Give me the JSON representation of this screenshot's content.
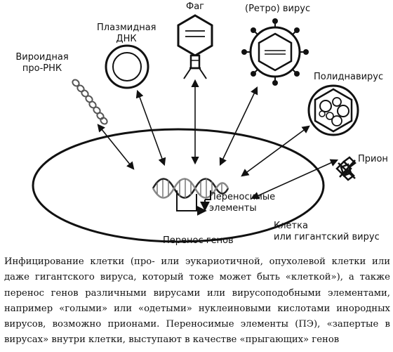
{
  "labels": {
    "phage": "Фаг",
    "retrovirus": "(Ретро) вирус",
    "plasmid_line1": "Плазмидная",
    "plasmid_line2": "ДНК",
    "viroid_line1": "Вироидная",
    "viroid_line2": "про-РНК",
    "polydnavirus": "Полиднавирус",
    "prion": "Прион",
    "mobile_line1": "Переносимые",
    "mobile_line2": "элементы",
    "gene_transfer": "Перенос генов",
    "cell_line1": "Клетка",
    "cell_line2": "или гигантский вирус"
  },
  "caption": {
    "text": "Инфицирование клетки (про- или эукариотичной, опухолевой клетки или даже гигантского вируса, который тоже может быть «клеткой»), а также перенос генов различными вирусами или вирусоподобными элементами, например «голыми» или «одетыми» нуклеиновыми кислотами инородных вирусов, возможно прионами. Переносимые элементы (ПЭ), «запертые в вирусах» внутри клетки, выступают в качестве «прыгающих» генов"
  }
}
